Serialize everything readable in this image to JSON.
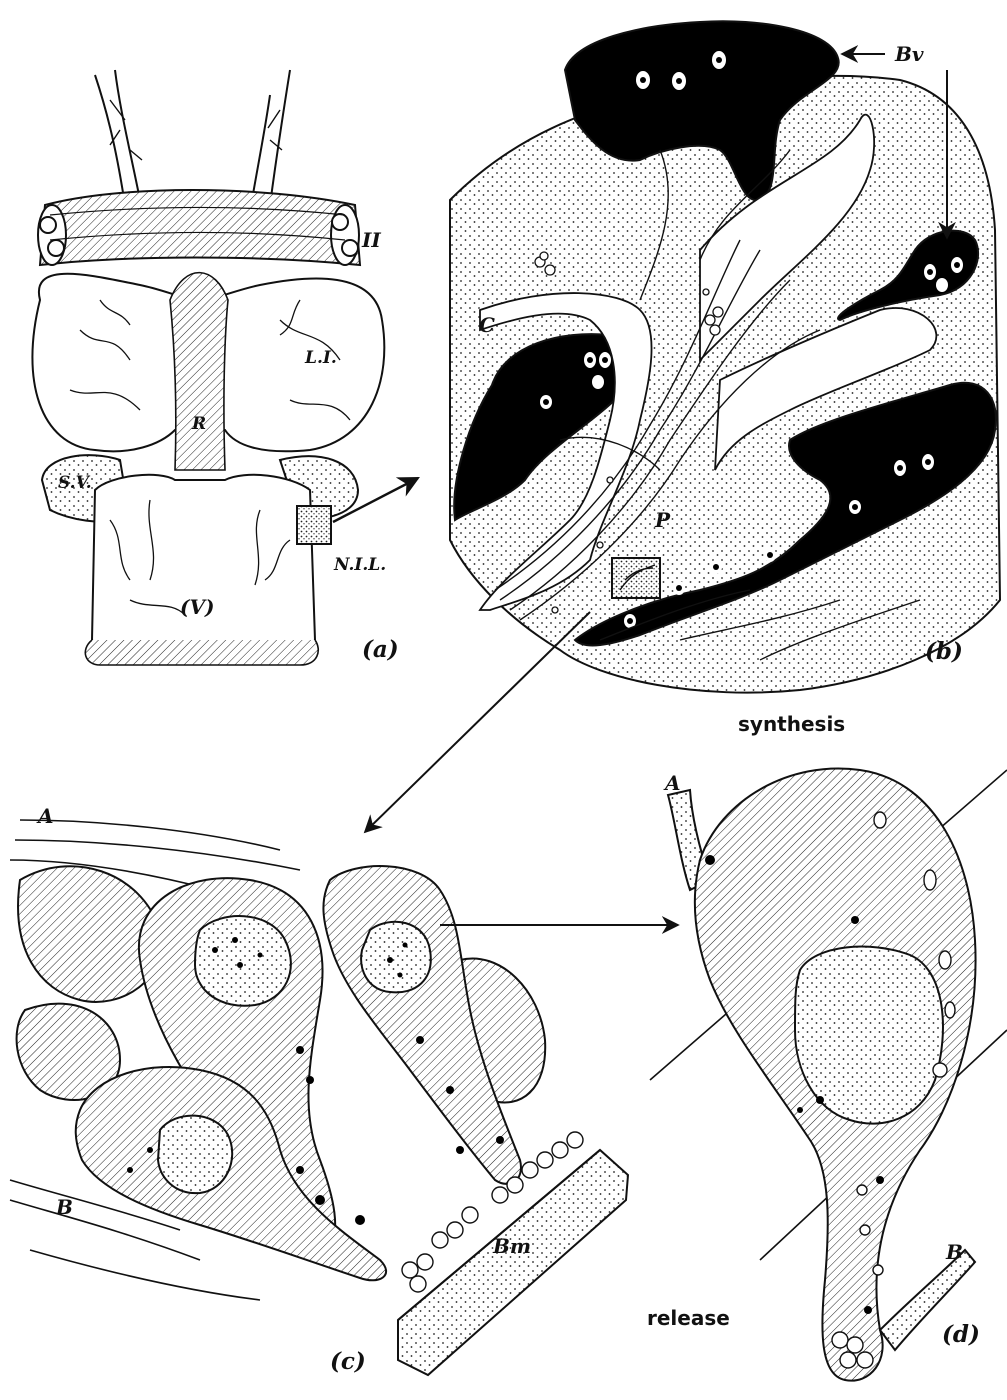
{
  "figure": {
    "panel_labels": {
      "a": "(a)",
      "b": "(b)",
      "c": "(c)",
      "d": "(d)"
    },
    "brain_labels": {
      "optic_nerve": "II",
      "optic_lobe": "L.I.",
      "ridge": "R",
      "saccus": "S.V.",
      "neural_lobe": "N.I.L.",
      "ventricle": "(V)"
    },
    "section_labels": {
      "blood_vessel": "Bv",
      "cortex": "C",
      "pars": "P"
    },
    "cell_labels": {
      "axon_a_c": "A",
      "axon_b_c": "B",
      "basement_membrane": "Bm",
      "axon_a_d": "A",
      "axon_b_d": "B"
    },
    "process_labels": {
      "top": "synthesis",
      "bottom": "release"
    }
  }
}
